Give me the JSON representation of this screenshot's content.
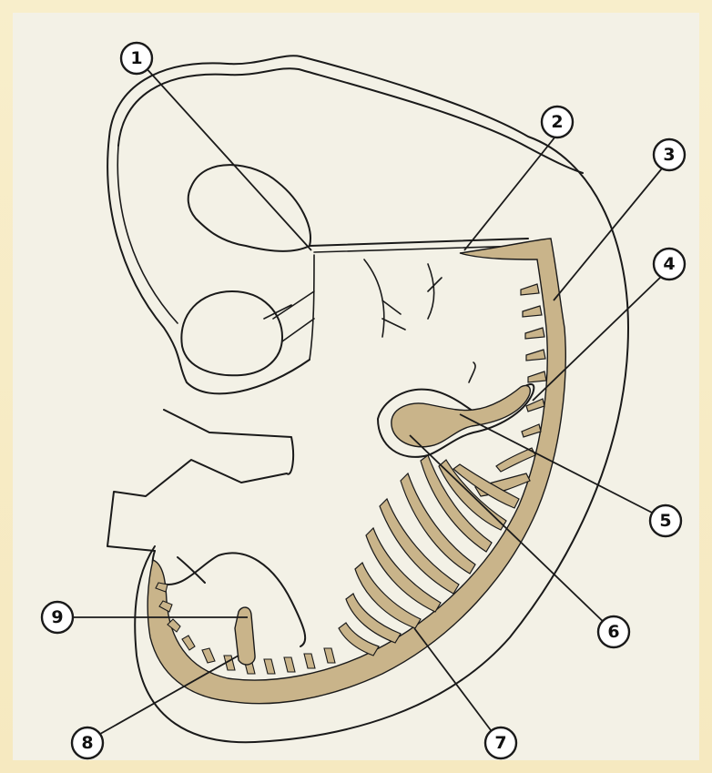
{
  "markers": [
    "1",
    "2",
    "3",
    "4",
    "5",
    "6",
    "7",
    "8",
    "9"
  ],
  "colors": {
    "background": "#f7ecc6",
    "panel": "#f3f1e6",
    "highlight": "#c9b48a",
    "line": "#1a1a1a"
  }
}
